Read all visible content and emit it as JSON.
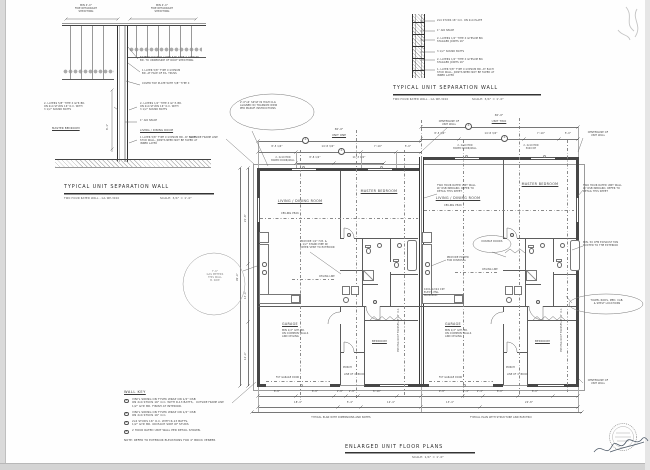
{
  "detail_section": {
    "title": "TYPICAL UNIT SEPARATION WALL",
    "rating": "TWO HOUR RATED WALL - GA WP-3910",
    "scale": "SCALE: 3/4\" = 1'-0\"",
    "fire_left": "MIN 4'-0\"\nFIRE RETARDANT\nSHEATHING",
    "fire_right": "MIN 4'-0\"\nFIRE RETARDANT\nSHEATHING",
    "extend_note": "EXTEND DOUBLE LAYER 5/8\" TYPE X GYPSUM\nBD. TO UNDERSIDE OF ROOF SHEATHING",
    "truss_note": "1 LAYER 5/8\" TYPE X GYPSUM\nBD. AT FACE OF EA. TRUSS",
    "plate_note": "COVER TOP PLATE WITH 5/8\" TYPE X",
    "left_wall_note": "2- LAYERS 5/8\" TYPE X GYP. BD.\nON 2x4 STUDS 16\" O.C. WITH\n3 1/2\" SOUND BATTS",
    "right_wall_note": "2- LAYERS 1/2\" TYPE X GY P. BD.\nON 2x4 STUDS 16\" O.C. WITH\n3 1/2\" SOUND BATTS",
    "air_space": "1\" AIR SPACE",
    "room_left": "MASTER BEDROOM",
    "room_right": "LIVING / DINING ROOM",
    "inner_layer_note": "1 LAYER 5/8\" TYPE X GYPSUM BD. AT EACH\nSTUD WALL, JOINTS NEED NOT BE TAPED AT\nINNER LAYER",
    "height_dim": "8'-1\""
  },
  "detail_plan": {
    "title": "TYPICAL UNIT SEPARATION WALL",
    "rating": "TWO HOUR RATED WALL - GA WP-3910",
    "scale": "SCALE: 3/4\" = 1'-0\"",
    "notes": [
      "2x4 STUDS 16\" O.C. ON 2x4 PLATE",
      "1\" AIR SPACE",
      "2- LAYERS 1/2\" TYPE X GYPSUM BD.\nSTAGGER JOINTS 16\"",
      "3 1/2\" SOUND BATTS",
      "2- LAYERS 1/2\" TYPE X GYPSUM BD.\nSTAGGER JOINTS 16\"",
      "1- LAYER 5/8\" TYPE X GYPSUM BD. AT EACH\nSTUD WALL, JOINTS NEED NOT BE TAPED AT\nINNER LAYER"
    ]
  },
  "plan": {
    "title": "ENLARGED UNIT FLOOR PLANS",
    "scale": "SCALE: 1/4\" = 1'-0\"",
    "unit1": {
      "name": "UNIT ONE",
      "width": "36'-0\""
    },
    "unit2": {
      "name": "UNIT TWO",
      "width": "36'-0\""
    },
    "window_tag": "A",
    "rooms": {
      "living": "LIVING / DINING ROOM",
      "master": "MASTER BEDROOM",
      "garage": "GARAGE",
      "bedroom": "BEDROOM",
      "porch": "PORCH"
    },
    "notes": {
      "skylight": "2'-0\"x4' SKYLT IN HIGH CLG\nALIGNED W/ TRANSOM WDW\nPER MANUF. INSTRUCTIONS",
      "gas": "7'-6\"\nGAS METERS\nTHIS WALL\nB. SIDE",
      "frame_line": "OUTSIDE FRAME LINE",
      "centerline": "CENTERLINE OF\nUNIT WALL",
      "rated_wall": "TWO HOUR RATED UNIT WALL\nW/ OSB INBOARD, REFER TO\nDETAIL THIS SHEET",
      "exhaust": "MIN. 50 CFM EXHAUST FAN\nDUCTED TO THE EXTERIOR",
      "disposal": "PROVIDE POWER\nFOR DISPOSAL",
      "standpipe": "PROVIDE 1/2\" H.B. &\n1 1/2\" STAND PIPE W/\nDRYER VENT TO EXTERIOR",
      "panel": "100A 12/24 CKT\nELECT. PNL.\nMAIN BKR.",
      "garage_gyp": "MIN 1/2\" GYP. BD.\nON COMMON WALLS\nAND CEILING",
      "ceiling_peak": "CEILING PEAK",
      "ceiling_line": "CEILING LINE",
      "fut_door": "FUT GARAGE DOOR",
      "brick": "LINE OF 4\" BRICK",
      "trusses": "PRE-ENG ROOF TRUSSES AT 24\" O.C.",
      "hdr_boxed": "2- 2x10 HDR\nBOXED DOOR/WALL",
      "hdr": "2- 2x10 HDR\n5040 DH",
      "double_doors": "DOUBLE DOORS",
      "accessories": "TOWEL RODS, MED. CAB.\n& SHELF LOCATIONS",
      "caption_u1": "TYPICAL PLAN WITH DIMENSIONS AND NOTES",
      "caption_u2": "TYPICAL PLAN WITH STRUCTURE AND ELECTRIC"
    },
    "dims": {
      "u1_top": [
        "8'-5 1/4\"",
        "14'-8 3/4\"",
        "7'-10\"",
        "5'-0\""
      ],
      "u1_top2": [
        "8'-8 1/2\"",
        "11'-3 1/2\""
      ],
      "u2_top": [
        "8'-5 1/4\"",
        "14'-8 3/4\"",
        "7'-10\"",
        "5'-0\""
      ],
      "left": [
        "21'-8\"",
        "13'-4\"",
        "14'-4\""
      ],
      "left_total": "49'-4\"",
      "u1_bot1": [
        "8'-8\"",
        "8'-8\"",
        "2'-8\"",
        "2'-8\"",
        "8'-10\""
      ],
      "u1_bot2": [
        "18'-4\"",
        "5'-4\"",
        "12'-4\""
      ],
      "u2_bot1": [
        "9'-8\"",
        "2'-4\"",
        "2'-4\"",
        "8'-0\"",
        "8'-0\""
      ],
      "u2_bot2": [
        "13'-4\"",
        "22'-8\""
      ]
    }
  },
  "wall_key": {
    "title": "WALL KEY",
    "tags": [
      "1",
      "2",
      "3",
      "4"
    ],
    "items": [
      "VINYL SIDING ON TYVEK WRAP ON 1/2\" OSB\nON 2x4 STUDS 16\" O.C. WITH R-13 BATTS,\n1/2\" GYP. BD. FINISH AT INTERIOR.",
      "VINYL SIDING ON TYVEK WRAP ON 1/2\" OSB\nON 2x4 STUDS 16\" O.C.",
      "2x4 STUDS 16\" O.C. WITH R-13 BATTS,\n1/2\" GYP. BD. ON EACH SIDE OF STUDS",
      "2 HOUR RATED UNIT WALL PER DETAIL SHOWN."
    ],
    "note": "NOTE: REFER TO EXTERIOR ELEVATIONS FOR 4\" BRICK VENEER"
  }
}
